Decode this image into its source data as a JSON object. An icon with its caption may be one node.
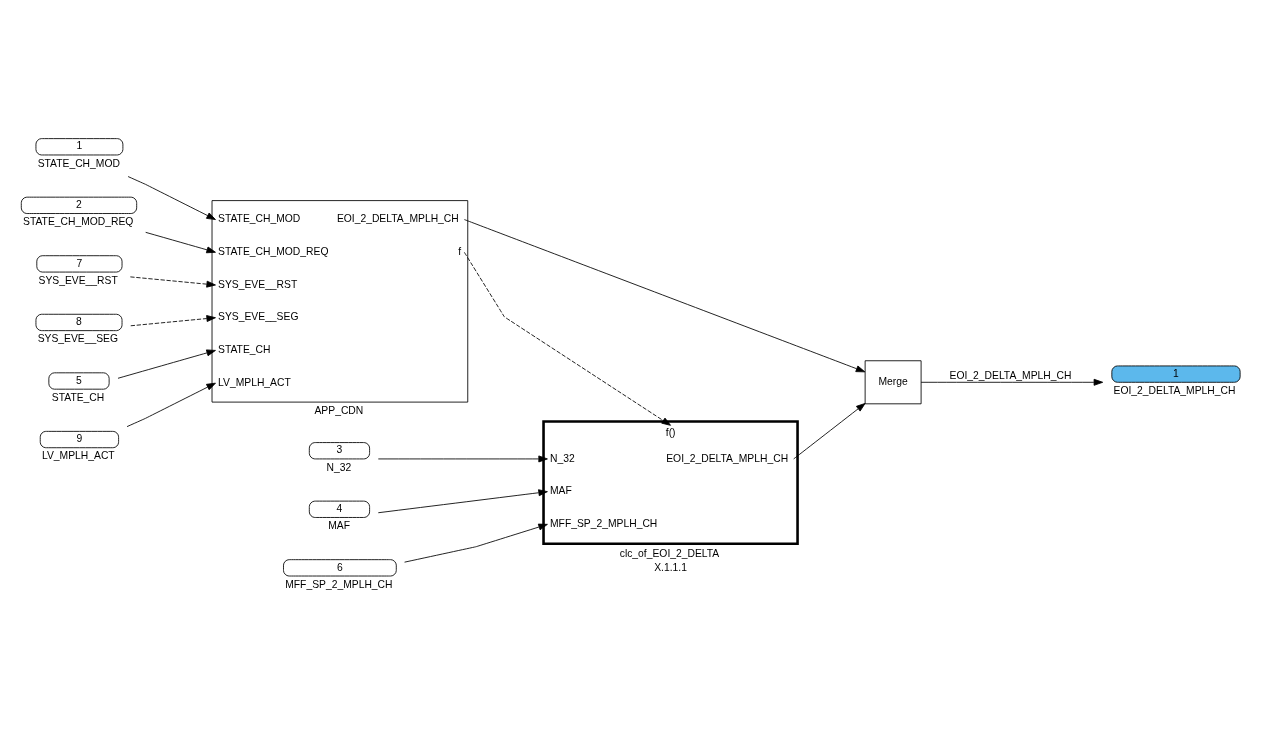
{
  "diagram": {
    "nodes": [
      {
        "text": [
          "1"
        ],
        "beside": [
          "STATE_CH_MOD"
        ]
      },
      {
        "text": [
          "2"
        ],
        "beside": [
          "STATE_CH_MOD_REQ"
        ]
      },
      {
        "text": [
          "7"
        ],
        "beside": [
          "SYS_EVE__RST"
        ]
      },
      {
        "text": [
          "8"
        ],
        "beside": [
          "SYS_EVE__SEG"
        ]
      },
      {
        "text": [
          "5"
        ],
        "beside": [
          "STATE_CH"
        ]
      },
      {
        "text": [
          "9"
        ],
        "beside": [
          "LV_MPLH_ACT"
        ]
      },
      {
        "text": [
          "STATE_CH_MOD",
          "STATE_CH_MOD_REQ",
          "SYS_EVE__RST",
          "SYS_EVE__SEG",
          "STATE_CH",
          "LV_MPLH_ACT",
          "EOI_2_DELTA_MPLH_CH",
          "f"
        ],
        "beside": [
          "APP_CDN"
        ]
      },
      {
        "text": [
          "3"
        ],
        "beside": [
          "N_32"
        ]
      },
      {
        "text": [
          "4"
        ],
        "beside": [
          "MAF"
        ]
      },
      {
        "text": [
          "6"
        ],
        "beside": [
          "MFF_SP_2_MPLH_CH"
        ]
      },
      {
        "text": [
          "f()",
          "N_32",
          "MAF",
          "MFF_SP_2_MPLH_CH",
          "EOI_2_DELTA_MPLH_CH"
        ],
        "beside": [
          "clc_of_EOI_2_DELTA",
          "X.1.1.1"
        ]
      },
      {
        "text": [
          "Merge"
        ]
      },
      {
        "text": [
          "1"
        ],
        "beside": [
          "EOI_2_DELTA_MPLH_CH"
        ]
      }
    ],
    "edges": [
      {
        "from": 0,
        "to": 6,
        "arrow": "to"
      },
      {
        "from": 1,
        "to": 6,
        "arrow": "to"
      },
      {
        "from": 2,
        "to": 6,
        "arrow": "to",
        "style": "dashed"
      },
      {
        "from": 3,
        "to": 6,
        "arrow": "to",
        "style": "dashed"
      },
      {
        "from": 4,
        "to": 6,
        "arrow": "to"
      },
      {
        "from": 5,
        "to": 6,
        "arrow": "to"
      },
      {
        "from": 6,
        "to": 11,
        "arrow": "to"
      },
      {
        "from": 6,
        "to": 10,
        "arrow": "to",
        "style": "dashed"
      },
      {
        "from": 7,
        "to": 10,
        "arrow": "to"
      },
      {
        "from": 8,
        "to": 10,
        "arrow": "to"
      },
      {
        "from": 9,
        "to": 10,
        "arrow": "to"
      },
      {
        "from": 10,
        "to": 11,
        "arrow": "to"
      },
      {
        "from": 11,
        "to": 12,
        "arrow": "to",
        "label": "EOI_2_DELTA_MPLH_CH"
      }
    ]
  }
}
